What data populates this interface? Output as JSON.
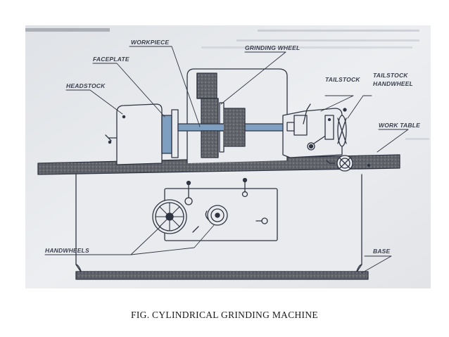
{
  "caption": "FIG. CYLINDRICAL GRINDING MACHINE",
  "labels": {
    "workpiece": "WORKPIECE",
    "grinding_wheel": "GRINDING WHEEL",
    "faceplate": "FACEPLATE",
    "headstock": "HEADSTOCK",
    "tailstock": "TAILSTOCK",
    "tailstock_handwheel_1": "TAILSTOCK",
    "tailstock_handwheel_2": "HANDWHEEL",
    "work_table": "WORK TABLE",
    "handwheels": "HANDWHEELS",
    "base": "BASE"
  },
  "colors": {
    "page_bg": "#e6e8ec",
    "ink": "#2f3442",
    "steel_blue": "#7f9fc0",
    "dark_fill": "#5d6167",
    "speckle": "#8f9499"
  }
}
